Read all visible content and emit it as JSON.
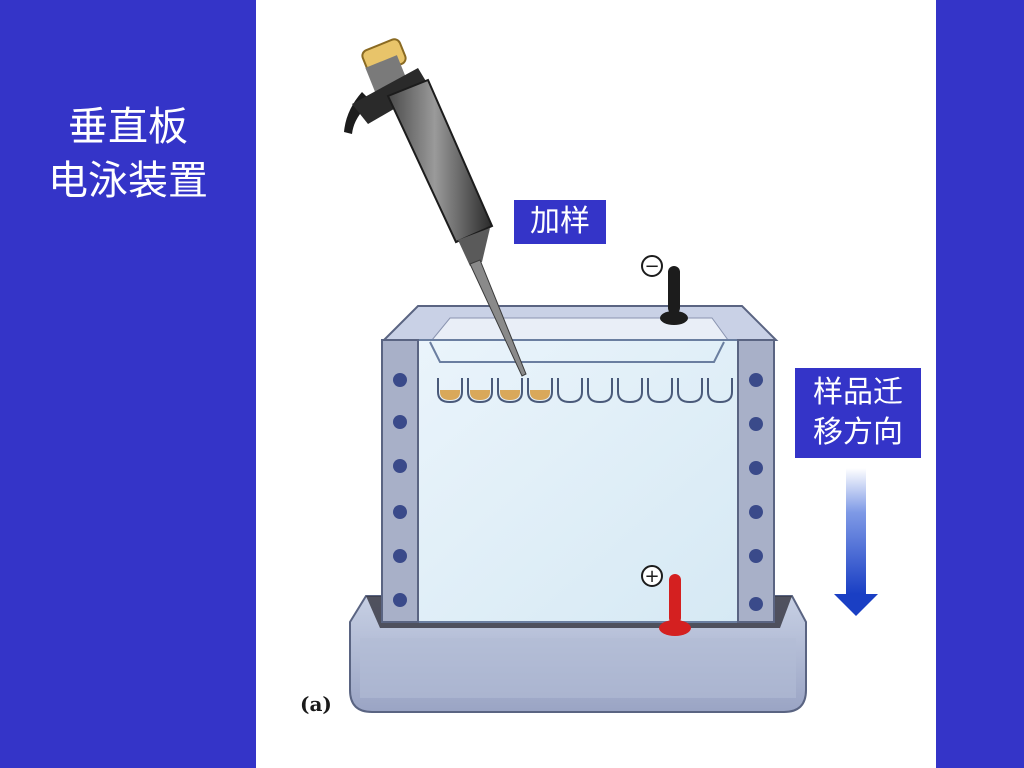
{
  "slide": {
    "title_lines": [
      "垂直板",
      "电泳装置"
    ]
  },
  "diagram": {
    "labels": {
      "sample_loading": "加样",
      "migration_direction_lines": [
        "样品迁",
        "移方向"
      ],
      "negative_terminal": "−",
      "positive_terminal": "+",
      "panel_caption": "(a)"
    },
    "wells": {
      "total": 10,
      "loaded": 4
    },
    "colors": {
      "background": "#3434c8",
      "panel": "#ffffff",
      "loaded_sample": "#d9a85a",
      "negative_electrode": "#1c1c1c",
      "positive_electrode": "#d42020",
      "arrow": "#1a3fc4"
    }
  }
}
